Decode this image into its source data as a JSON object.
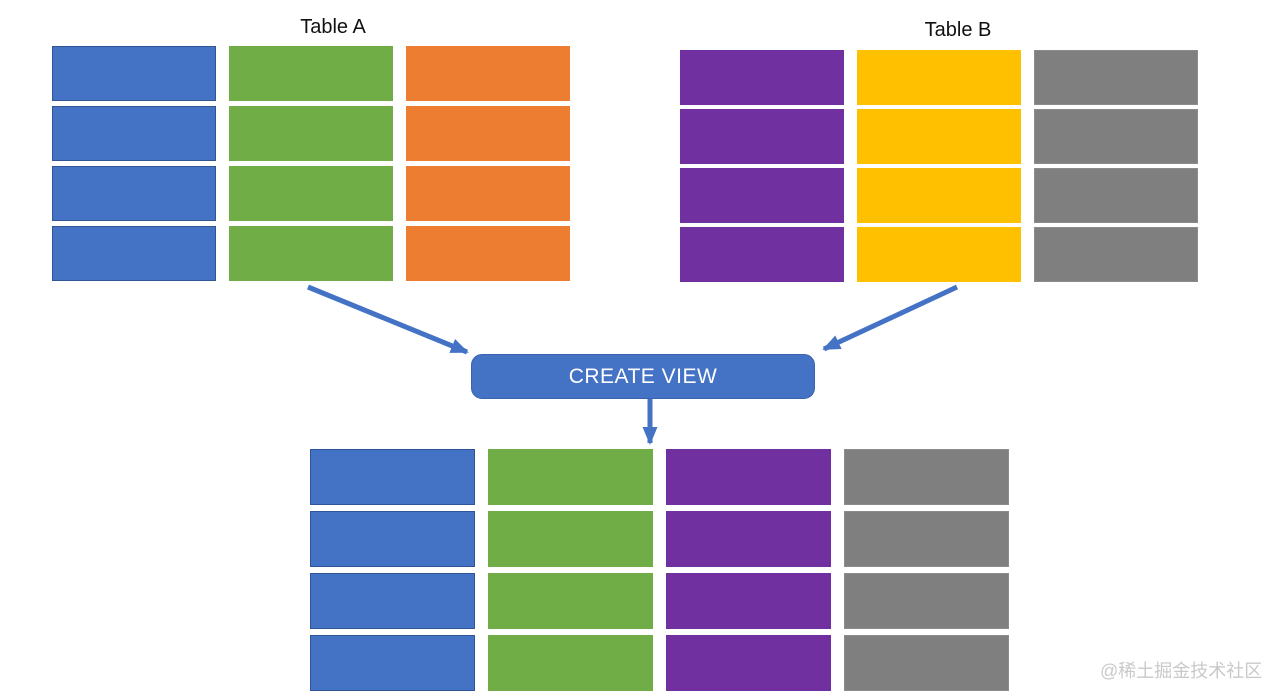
{
  "diagram": {
    "table_a": {
      "title": "Table A",
      "rows": 4,
      "columns": [
        {
          "name": "blue-column",
          "color": "#4472C4",
          "border": "#2F5597"
        },
        {
          "name": "green-column",
          "color": "#70AD47",
          "border": "#70AD47"
        },
        {
          "name": "orange-column",
          "color": "#ED7D31",
          "border": "#ED7D31"
        }
      ]
    },
    "table_b": {
      "title": "Table B",
      "rows": 4,
      "columns": [
        {
          "name": "purple-column",
          "color": "#7030A0",
          "border": "#7030A0"
        },
        {
          "name": "gold-column",
          "color": "#FFC000",
          "border": "#FFC000"
        },
        {
          "name": "gray-column",
          "color": "#7F7F7F",
          "border": "#8C8C8C"
        }
      ]
    },
    "result_table": {
      "rows": 4,
      "columns": [
        {
          "name": "blue-column",
          "color": "#4472C4",
          "border": "#2F5597"
        },
        {
          "name": "green-column",
          "color": "#70AD47",
          "border": "#70AD47"
        },
        {
          "name": "purple-column",
          "color": "#7030A0",
          "border": "#7030A0"
        },
        {
          "name": "gray-column",
          "color": "#7F7F7F",
          "border": "#8C8C8C"
        }
      ]
    },
    "action_button": {
      "label": "CREATE VIEW",
      "fill": "#4472C4",
      "border": "#3A62AE",
      "text_color": "#FFFFFF"
    },
    "arrow_color": "#4472C4",
    "watermark": {
      "text": "@稀土掘金技术社区",
      "color": "#C9C9C9"
    }
  }
}
